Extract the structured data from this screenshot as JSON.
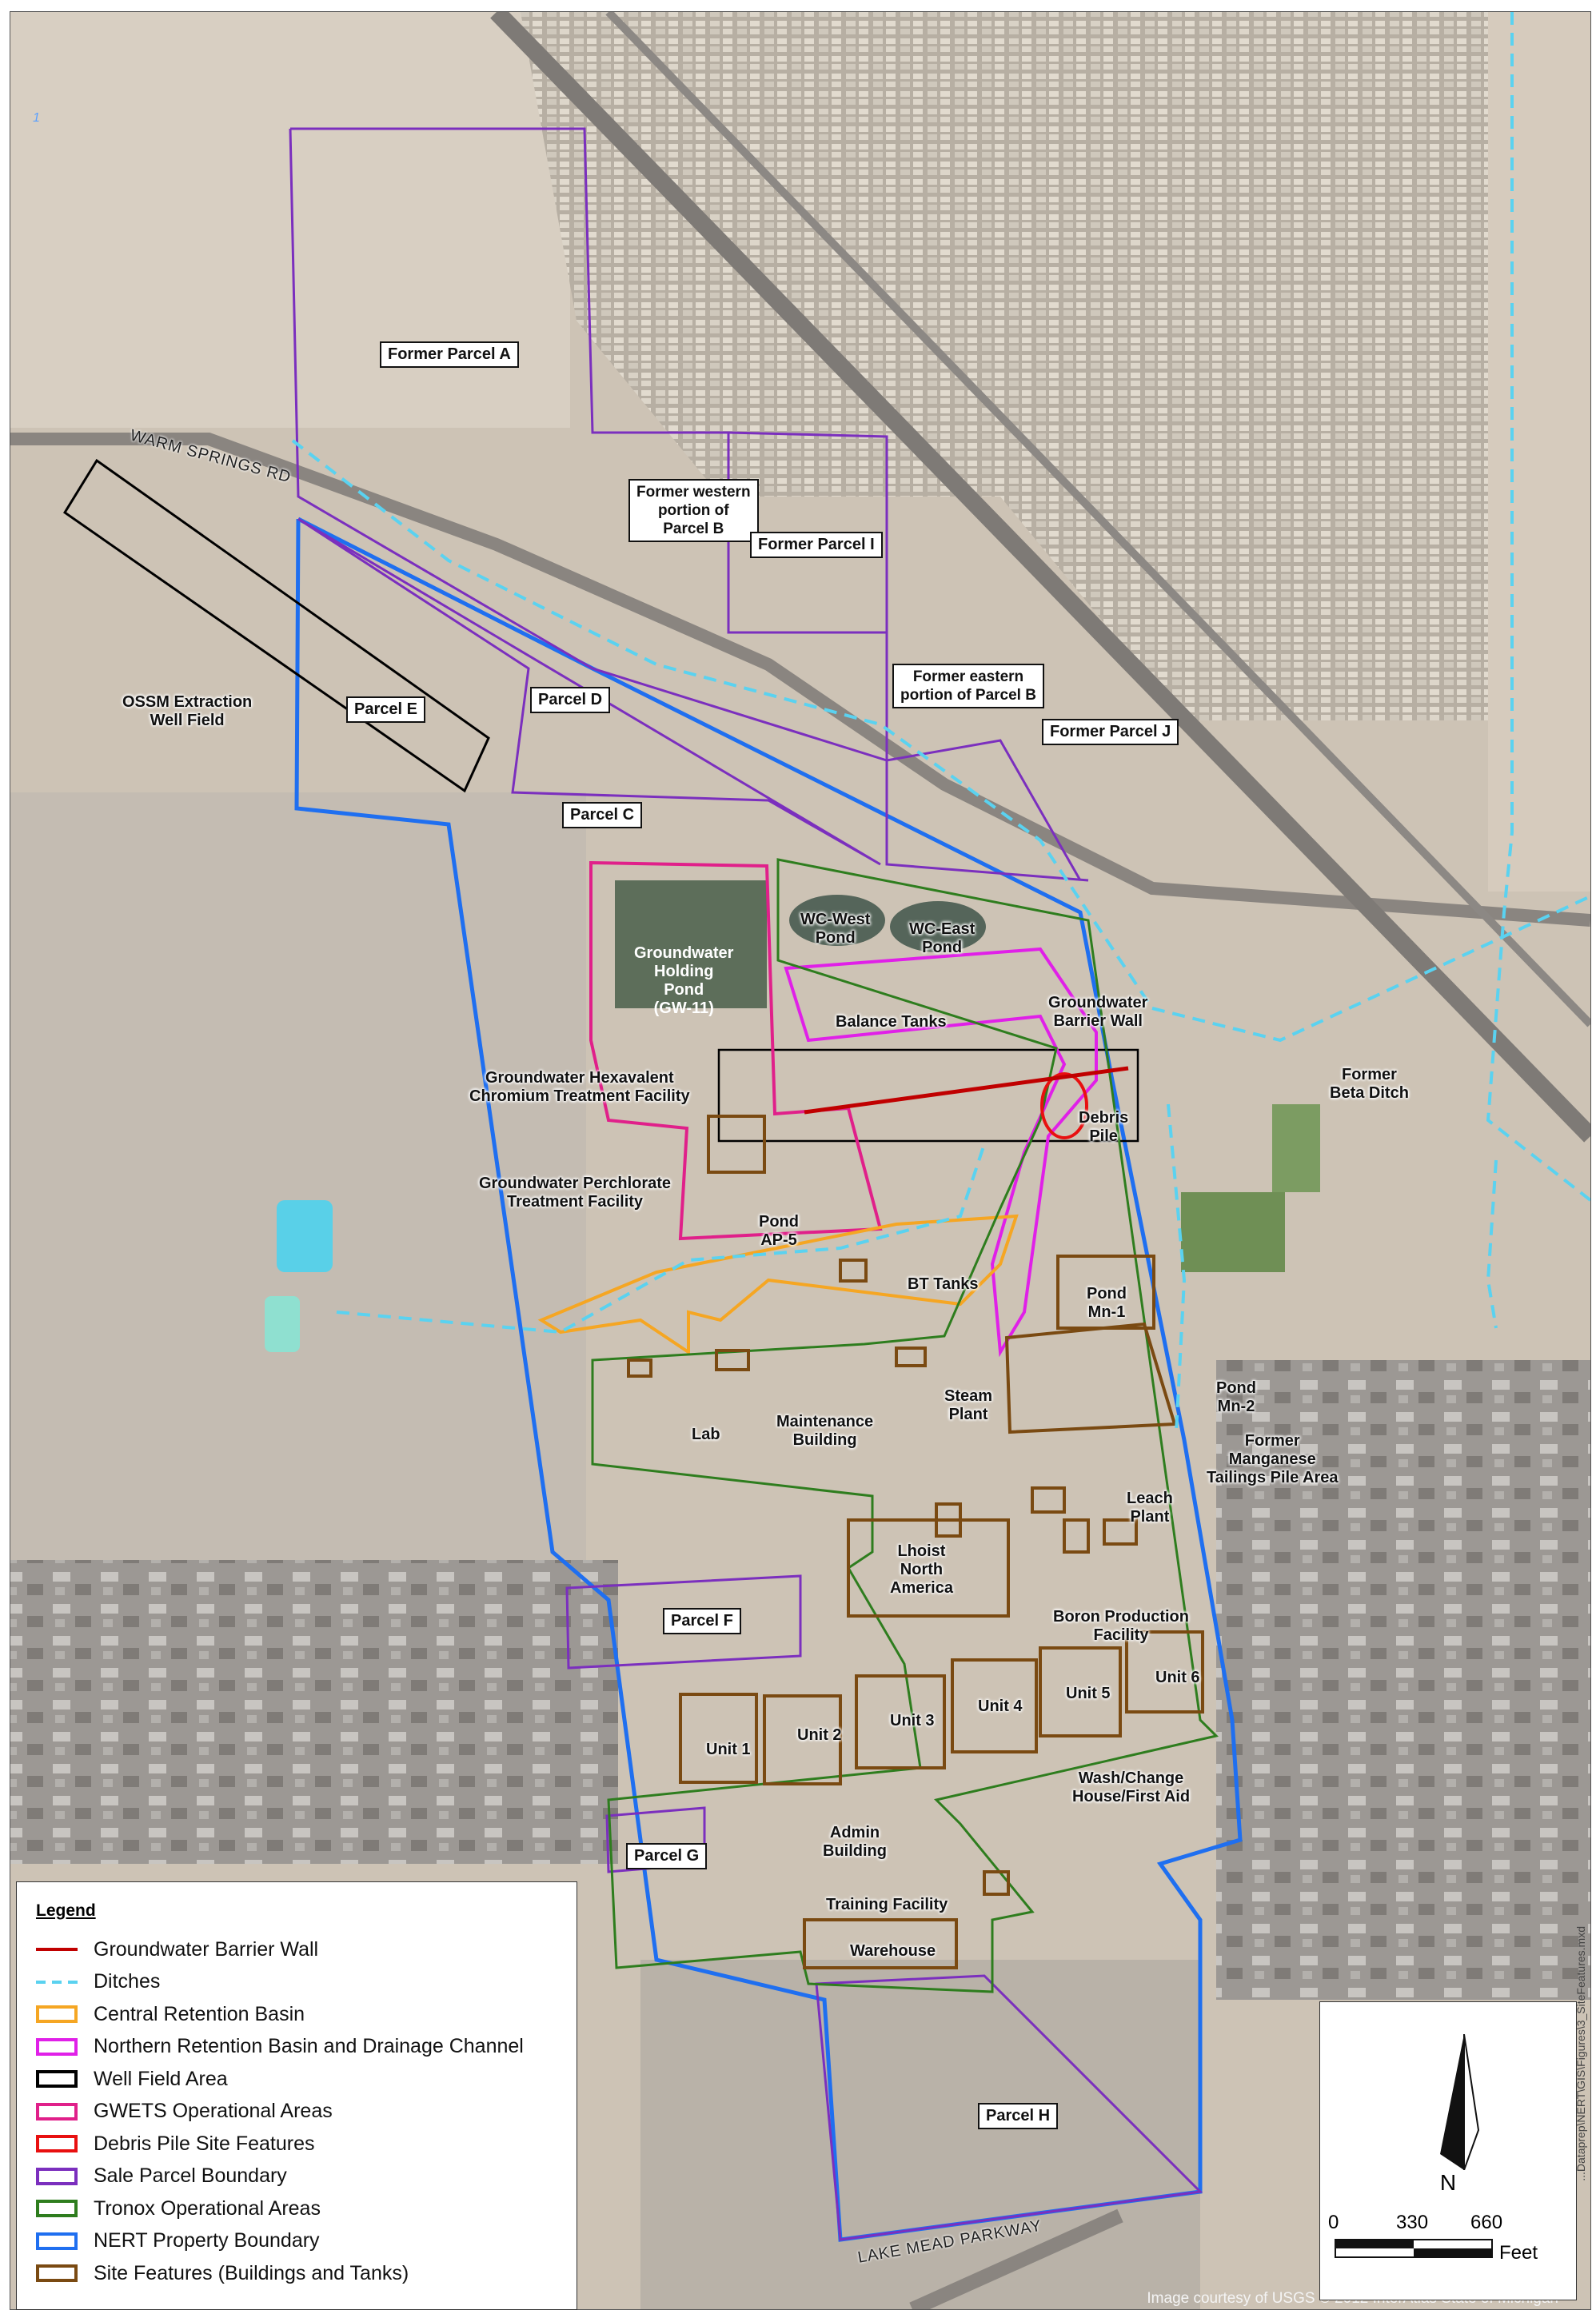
{
  "map": {
    "corner_index": "1",
    "roads": [
      "WARM SPRINGS RD",
      "LAKE MEAD PARKWAY"
    ],
    "parcel_labels": [
      "Former Parcel A",
      "Former western\nportion of\nParcel B",
      "Former Parcel I",
      "Former eastern\nportion of Parcel B",
      "Former Parcel J",
      "Parcel D",
      "Parcel E",
      "Parcel C",
      "Parcel F",
      "Parcel G",
      "Parcel H"
    ],
    "feature_labels": {
      "ossm": "OSSM Extraction\nWell Field",
      "gw11": "Groundwater\nHolding\nPond\n(GW-11)",
      "wc_west": "WC-West\nPond",
      "wc_east": "WC-East\nPond",
      "balance_tanks": "Balance Tanks",
      "barrier_wall": "Groundwater\nBarrier Wall",
      "former_beta": "Former\nBeta Ditch",
      "hex_chrom": "Groundwater Hexavalent\nChromium Treatment Facility",
      "debris": "Debris\nPile",
      "perchlorate": "Groundwater Perchlorate\nTreatment Facility",
      "ap5": "Pond\nAP-5",
      "bt_tanks": "BT Tanks",
      "mn1": "Pond\nMn-1",
      "mn2": "Pond\nMn-2",
      "tailings": "Former\nManganese\nTailings Pile Area",
      "lab": "Lab",
      "maintenance": "Maintenance\nBuilding",
      "steam": "Steam\nPlant",
      "leach": "Leach\nPlant",
      "lhoist": "Lhoist\nNorth\nAmerica",
      "boron": "Boron Production\nFacility",
      "unit1": "Unit 1",
      "unit2": "Unit 2",
      "unit3": "Unit 3",
      "unit4": "Unit 4",
      "unit5": "Unit 5",
      "unit6": "Unit 6",
      "wash": "Wash/Change\nHouse/First Aid",
      "admin": "Admin\nBuilding",
      "training": "Training Facility",
      "warehouse": "Warehouse"
    },
    "credit": "Image courtesy of USGS © 2012 InterAtlas State of Michigan",
    "side_path": "...Dataprep\\NERT\\GIS\\Figures\\3_SiteFeatures.mxd"
  },
  "legend": {
    "title": "Legend",
    "items": [
      {
        "label": "Groundwater Barrier Wall",
        "style": "line",
        "color": "#c00000"
      },
      {
        "label": "Ditches",
        "style": "dash",
        "color": "#5ad2f0"
      },
      {
        "label": "Central Retention Basin",
        "style": "box",
        "color": "#f5a623"
      },
      {
        "label": "Northern Retention Basin and Drainage Channel",
        "style": "box",
        "color": "#e020e8"
      },
      {
        "label": "Well Field Area",
        "style": "box",
        "color": "#000000"
      },
      {
        "label": "GWETS Operational Areas",
        "style": "box",
        "color": "#e0208a"
      },
      {
        "label": "Debris Pile Site Features",
        "style": "box",
        "color": "#e81010"
      },
      {
        "label": "Sale Parcel Boundary",
        "style": "box",
        "color": "#7b2fbe"
      },
      {
        "label": "Tronox Operational Areas",
        "style": "box",
        "color": "#2e7d1e"
      },
      {
        "label": "NERT Property Boundary",
        "style": "box",
        "color": "#1f6ff0"
      },
      {
        "label": "Site Features (Buildings and Tanks)",
        "style": "box",
        "color": "#7a4a12"
      }
    ]
  },
  "north": {
    "letter": "N"
  },
  "scale": {
    "ticks": [
      "0",
      "330",
      "660"
    ],
    "unit": "Feet"
  }
}
